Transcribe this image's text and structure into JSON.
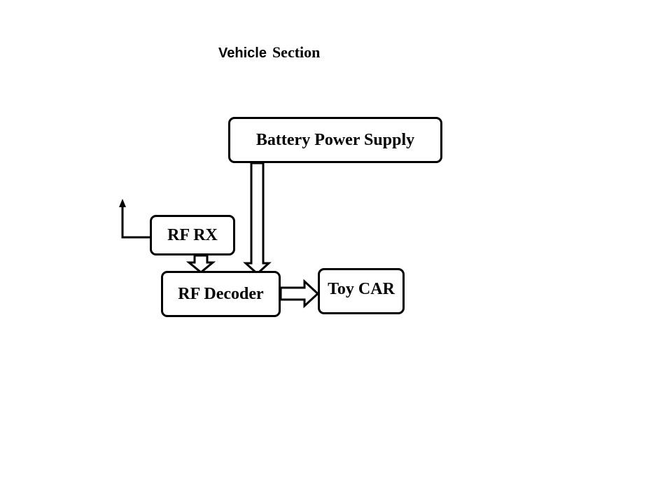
{
  "title": {
    "word1": "Vehicle",
    "word2": "Section"
  },
  "blocks": {
    "battery": "Battery Power Supply",
    "rf_rx": "RF RX",
    "rf_decoder": "RF Decoder",
    "toy_car": "Toy CAR"
  },
  "connections": [
    {
      "from": "Battery Power Supply",
      "to": "RF Decoder",
      "style": "hollow-block-arrow"
    },
    {
      "from": "RF RX",
      "to": "RF Decoder",
      "style": "hollow-block-arrow"
    },
    {
      "from": "RF Decoder",
      "to": "Toy CAR",
      "style": "hollow-block-arrow"
    },
    {
      "from": "RF RX",
      "to": "antenna",
      "style": "line-arrow"
    }
  ]
}
